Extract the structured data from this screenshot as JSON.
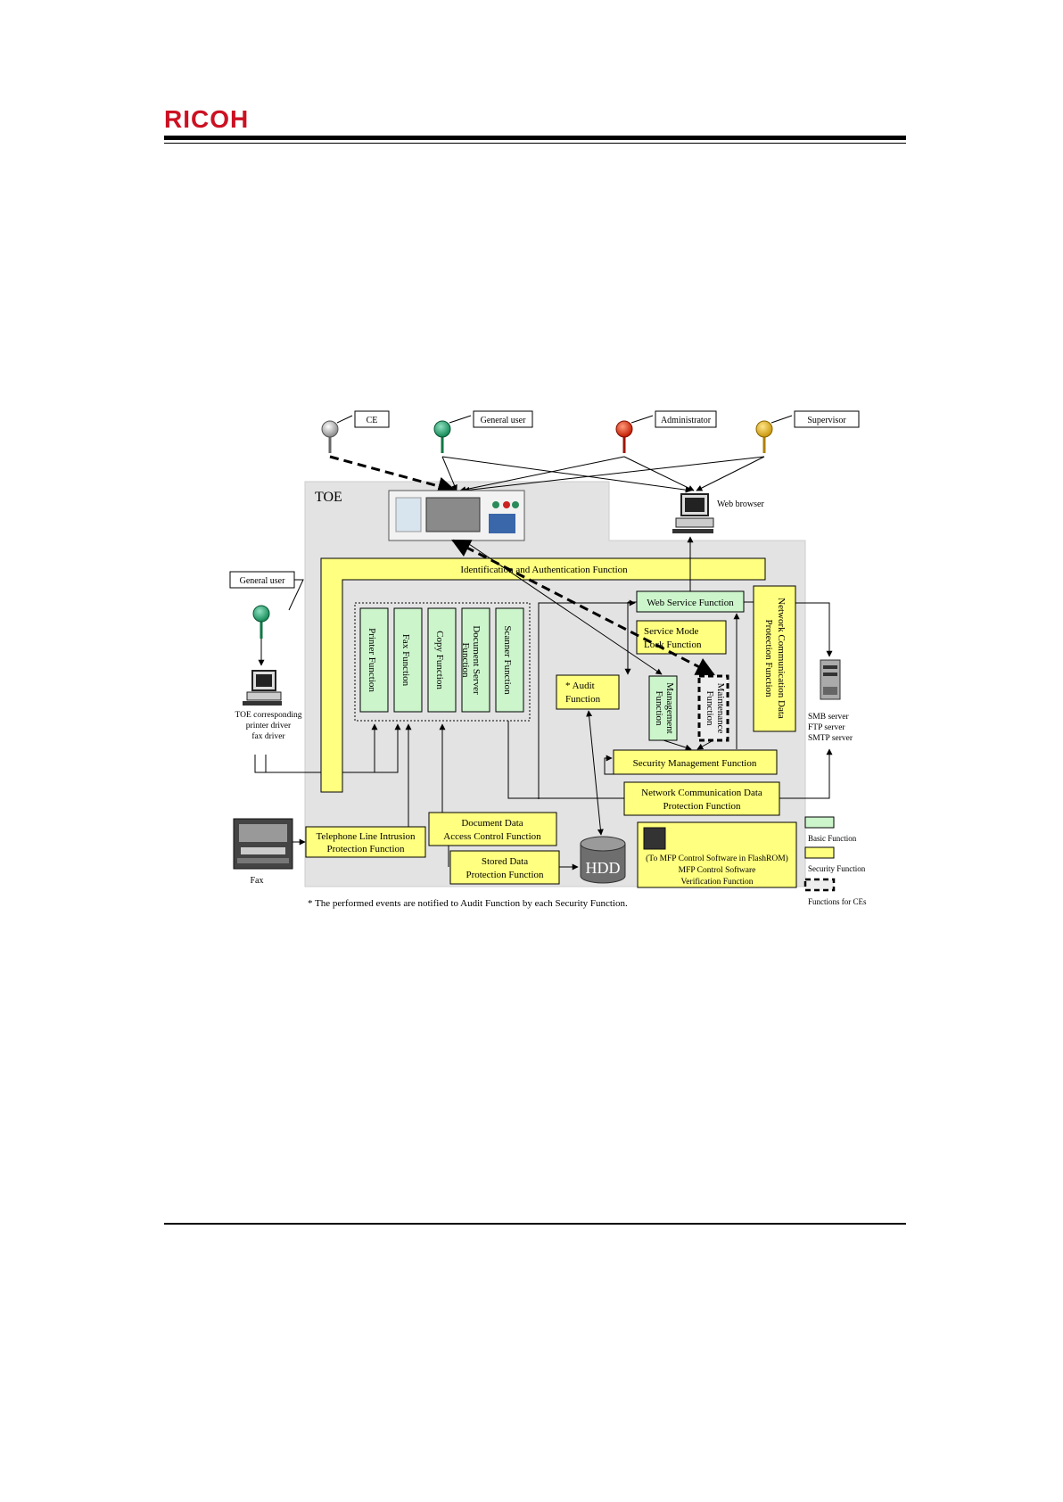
{
  "header": {
    "logo_text": "RICOH"
  },
  "colors": {
    "basic": "#ccf5cc",
    "security": "#ffff80",
    "toe_bg": "#e3e3e3",
    "brand": "#cc1122"
  },
  "actors": {
    "ce": "CE",
    "general_user": "General user",
    "administrator": "Administrator",
    "supervisor": "Supervisor",
    "general_user_left": "General user"
  },
  "toe_label": "TOE",
  "web_browser": "Web browser",
  "ident_auth": "Identification and Authentication Function",
  "basic_functions": {
    "printer": "Printer Function",
    "fax": "Fax Function",
    "copy": "Copy Function",
    "docserver_1": "Document Server",
    "docserver_2": "Function",
    "scanner": "Scanner Function"
  },
  "web_service": "Web Service Function",
  "service_mode_1": "Service Mode",
  "service_mode_2": "Lock Function",
  "netcomm_right_1": "Network Communication Data",
  "netcomm_right_2": "Protection Function",
  "audit_1": "* Audit",
  "audit_2": "Function",
  "management_1": "Management",
  "management_2": "Function",
  "maintenance_1": "Maintenance",
  "maintenance_2": "Function",
  "security_mgmt": "Security Management Function",
  "netcomm_bottom_1": "Network Communication Data",
  "netcomm_bottom_2": "Protection Function",
  "doc_access_1": "Document Data",
  "doc_access_2": "Access Control Function",
  "telephone_1": "Telephone Line Intrusion",
  "telephone_2": "Protection Function",
  "stored_1": "Stored Data",
  "stored_2": "Protection Function",
  "hdd": "HDD",
  "mfp_verify_1": "(To MFP Control Software in FlashROM)",
  "mfp_verify_2": "MFP Control Software",
  "mfp_verify_3": "Verification Function",
  "toe_printer_1": "TOE corresponding",
  "toe_printer_2": "printer driver",
  "toe_printer_3": "fax driver",
  "servers_1": "SMB server",
  "servers_2": "FTP server",
  "servers_3": "SMTP server",
  "fax_device": "Fax",
  "legend": {
    "basic": "Basic Function",
    "security": "Security Function",
    "ce": "Functions for CEs"
  },
  "footnote": "* The performed events are notified to Audit Function by each Security Function."
}
